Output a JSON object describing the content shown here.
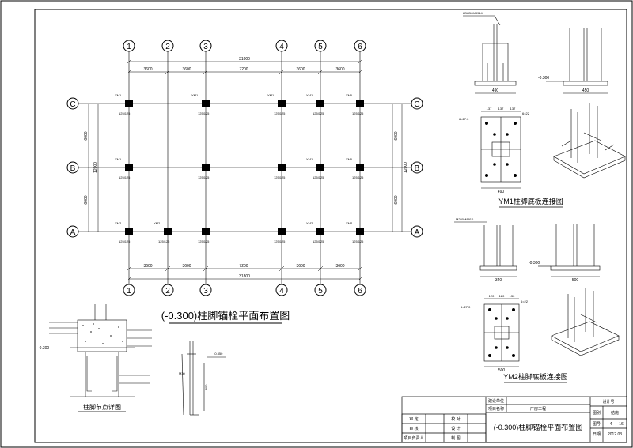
{
  "plan": {
    "title": "(-0.300)柱脚锚栓平面布置图",
    "axis_top": [
      "1",
      "2",
      "3",
      "4",
      "5",
      "6"
    ],
    "axis_bottom": [
      "1",
      "2",
      "3",
      "4",
      "5",
      "6"
    ],
    "axis_left": [
      "C",
      "B",
      "A"
    ],
    "axis_right": [
      "C",
      "B",
      "A"
    ],
    "overall_top": "31800",
    "overall_bottom": "31800",
    "spans_top": [
      "3600",
      "3600",
      "7200",
      "3600",
      "3600"
    ],
    "spans_bottom": [
      "3600",
      "3600",
      "7200",
      "3600",
      "3600"
    ],
    "left_spans": [
      "6000",
      "6000"
    ],
    "left_total": "12000",
    "right_spans": [
      "6000",
      "6000"
    ],
    "right_total": "12000",
    "bolt_tag_1": "YM1",
    "bolt_tag_2": "YM2",
    "bolt_dims": "125|125"
  },
  "ym1": {
    "title": "YM1柱脚底板连接图",
    "leader_text": "8D8D6M8914",
    "dim_width_1": "490",
    "dim_width_2": "450",
    "elev": "-0.300",
    "plate_spec": "6=27.0",
    "rib_spec": "6=22",
    "dim_plan_w": "490",
    "top_dims": [
      "137",
      "137",
      "137"
    ]
  },
  "ym2": {
    "title": "YM2柱脚底板连接图",
    "leader_text": "M280M8910",
    "dim_width_1": "340",
    "dim_width_2": "500",
    "elev": "-0.300",
    "plate_spec": "6=27.0",
    "rib_spec": "6=22",
    "dim_plan_w": "500",
    "top_dims": [
      "120",
      "120",
      "130"
    ]
  },
  "details": {
    "detail_title": "柱脚节点详图",
    "elev_left": "-0.300",
    "elev_right": "-0.350",
    "bolt_note": "M30",
    "dim_vertical": "800"
  },
  "titleblock": {
    "drawing_name": "(-0.300)柱脚锚栓平面布置图",
    "project_label": "建设单位",
    "project_item": "项目名称",
    "design_stage": "设计号",
    "sheet_no_label": "图别",
    "sheet_no": "结施",
    "page_label": "图号",
    "page_value": "4",
    "page_total": "16",
    "date_label": "日期",
    "date_value": "2012.03",
    "roles": [
      "审  定",
      "审  核",
      "项目负责人"
    ],
    "roles2": [
      "校  对",
      "设  计",
      "制  图"
    ],
    "company": "厂房工程"
  }
}
